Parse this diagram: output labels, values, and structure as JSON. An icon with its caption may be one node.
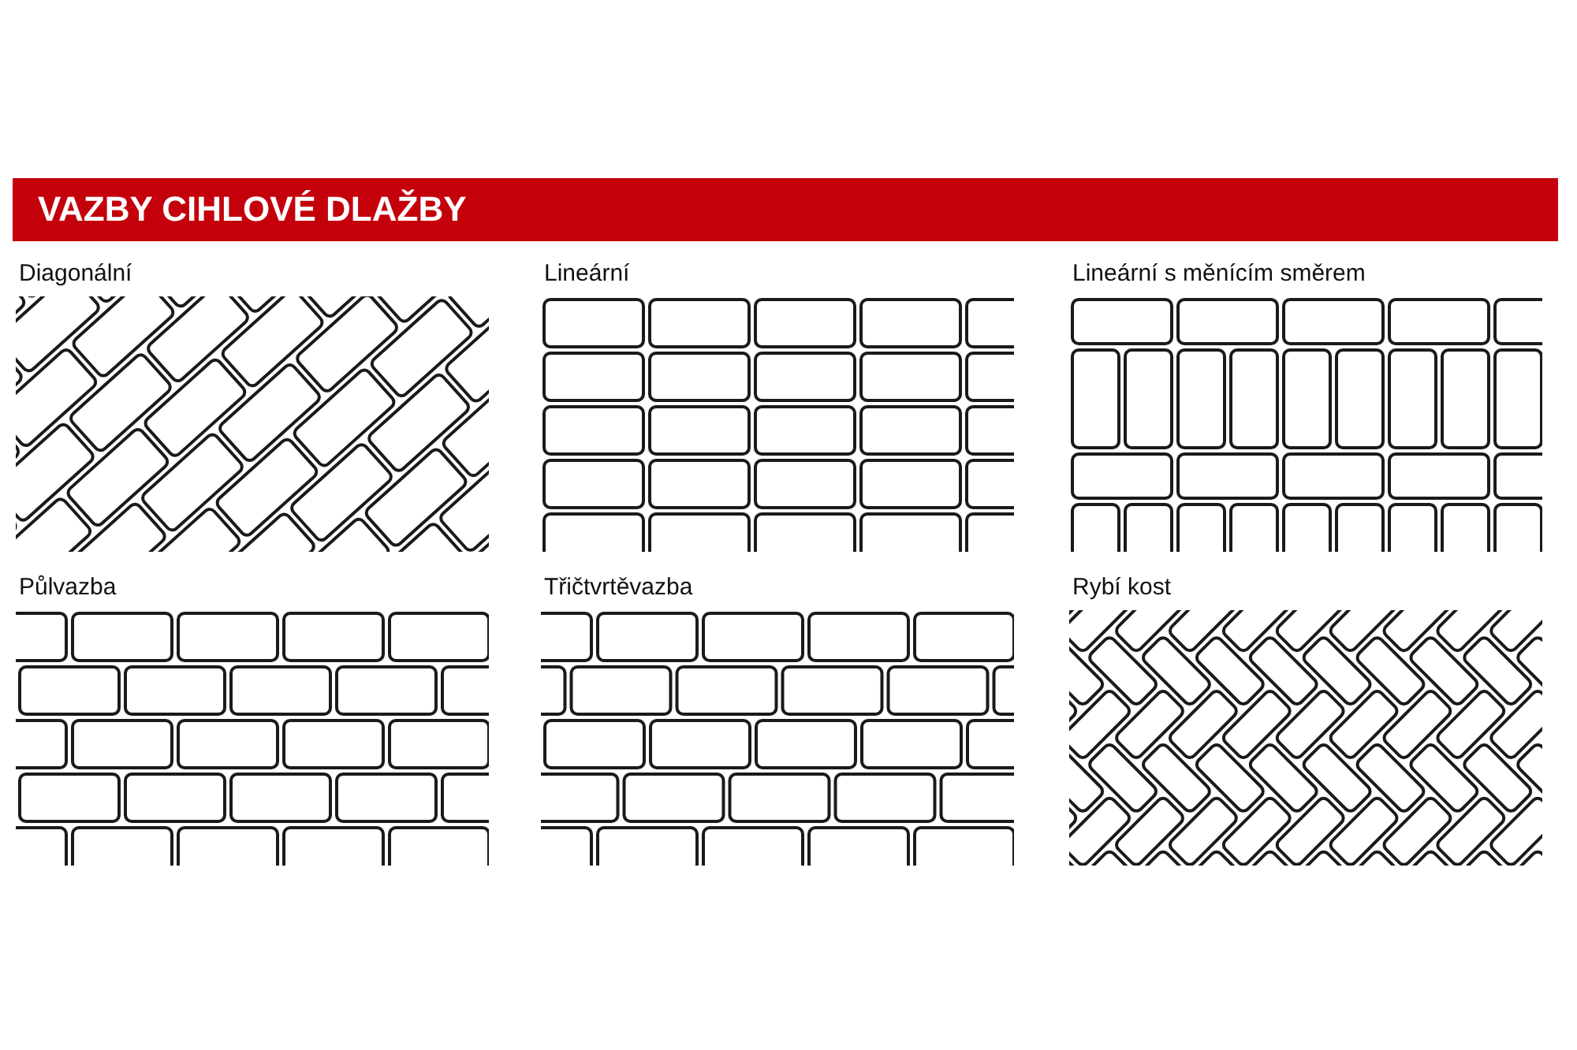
{
  "diagram": {
    "title": "VAZBY CIHLOVÉ DLAŽBY",
    "labels": [
      "Diagonální",
      "Lineární",
      "Lineární s měnícím směrem",
      "Půlvazba",
      "Třičtvrtěvazba",
      "Rybí kost"
    ]
  }
}
